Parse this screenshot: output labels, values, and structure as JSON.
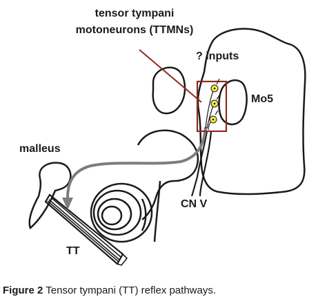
{
  "labels": {
    "ttmn_line1": "tensor tympani",
    "ttmn_line2": "motoneurons (TTMNs)",
    "inputs": "? inputs",
    "mo5": "Mo5",
    "malleus": "malleus",
    "cnv": "CN V",
    "tt": "TT"
  },
  "caption": {
    "prefix": "Figure 2",
    "text": " Tensor tympani (TT) reflex pathways."
  },
  "colors": {
    "outline": "#1a1a1a",
    "box": "#8b2a1e",
    "neuron_fill": "#f2ea4a",
    "arrow": "#7d7d7d"
  }
}
